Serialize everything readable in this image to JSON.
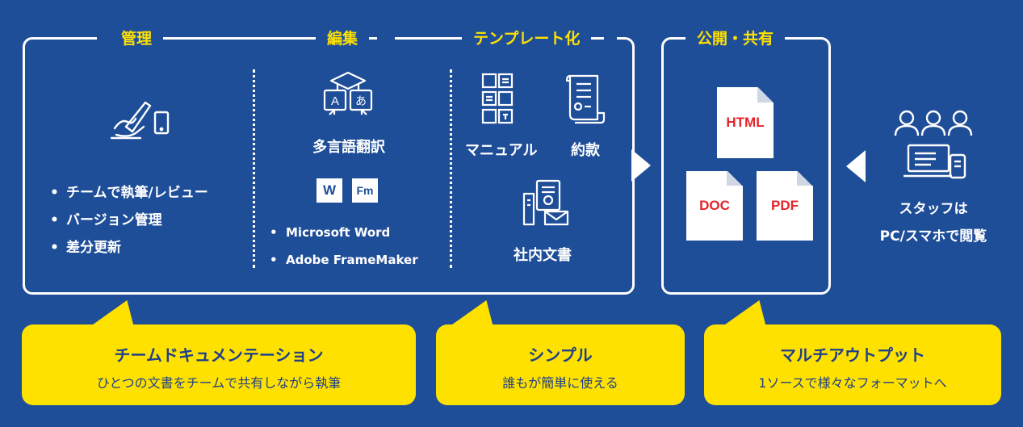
{
  "sections": {
    "management": "管理",
    "editing": "編集",
    "templating": "テンプレート化",
    "publish": "公開・共有"
  },
  "management": {
    "items": [
      "チームで執筆/レビュー",
      "バージョン管理",
      "差分更新"
    ],
    "icon": "hand-writing-tablet-icon"
  },
  "editing": {
    "translation_label": "多言語翻訳",
    "translation_icon": "translation-icon",
    "app_icons": [
      "W",
      "Fm"
    ],
    "items": [
      "Microsoft Word",
      "Adobe FrameMaker"
    ]
  },
  "templating": {
    "manual_label": "マニュアル",
    "terms_label": "約款",
    "internal_label": "社内文書"
  },
  "publish": {
    "formats": [
      "HTML",
      "DOC",
      "PDF"
    ]
  },
  "staff": {
    "line1": "スタッフは",
    "line2": "PC/スマホで閲覧",
    "icon": "users-devices-icon"
  },
  "bubbles": [
    {
      "title": "チームドキュメンテーション",
      "subtitle": "ひとつの文書をチームで共有しながら執筆"
    },
    {
      "title": "シンプル",
      "subtitle": "誰もが簡単に使える"
    },
    {
      "title": "マルチアウトプット",
      "subtitle": "1ソースで様々なフォーマットへ"
    }
  ],
  "colors": {
    "background": "#1f4e99",
    "accent_yellow": "#ffe100",
    "format_red": "#e4252b",
    "bubble_text": "#1f3f8a"
  }
}
